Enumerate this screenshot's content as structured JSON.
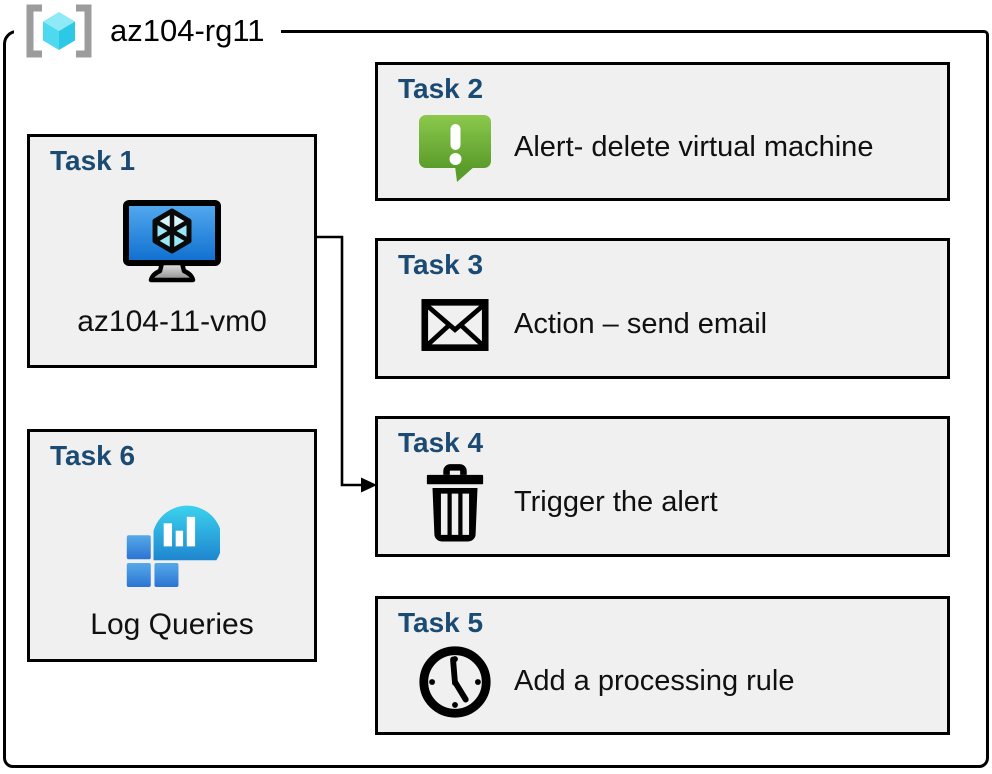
{
  "header": {
    "title": "az104-rg11",
    "icon": "resource-group-icon"
  },
  "tasks": [
    {
      "id": "task1",
      "title": "Task 1",
      "label": "az104-11-vm0",
      "icon": "virtual-machine-icon"
    },
    {
      "id": "task2",
      "title": "Task 2",
      "label": "Alert- delete virtual machine",
      "icon": "alert-icon"
    },
    {
      "id": "task3",
      "title": "Task 3",
      "label": "Action – send email",
      "icon": "email-icon"
    },
    {
      "id": "task4",
      "title": "Task 4",
      "label": "Trigger the alert",
      "icon": "trash-icon"
    },
    {
      "id": "task5",
      "title": "Task 5",
      "label": "Add a processing rule",
      "icon": "clock-icon"
    },
    {
      "id": "task6",
      "title": "Task 6",
      "label": "Log Queries",
      "icon": "log-queries-icon"
    }
  ],
  "connector": {
    "from_task": "Task 1",
    "from_item": "az104-11-vm0",
    "to_task": "Task 4",
    "to_item": "Trigger the alert"
  },
  "colors": {
    "task_title_blue": "#1B4A73",
    "box_fill": "#F0F0F0",
    "box_border": "#000000",
    "alert_green_top": "#8BC84C",
    "alert_green_bottom": "#5B9D2B",
    "vm_screen_blue_top": "#55ABF0",
    "vm_screen_blue_bottom": "#0E6ECF",
    "vm_cube_cyan": "#9BE8F4",
    "log_droplet_top": "#3BD2ED",
    "log_droplet_bottom": "#1F86D0",
    "log_square_top": "#55A9E8",
    "log_square_bottom": "#2C74D3",
    "rg_bracket_gray": "#9C9C9C",
    "rg_cube_top": "#8FE9F6",
    "rg_cube_left": "#4ED9EF",
    "rg_cube_right": "#2CC9E7"
  }
}
